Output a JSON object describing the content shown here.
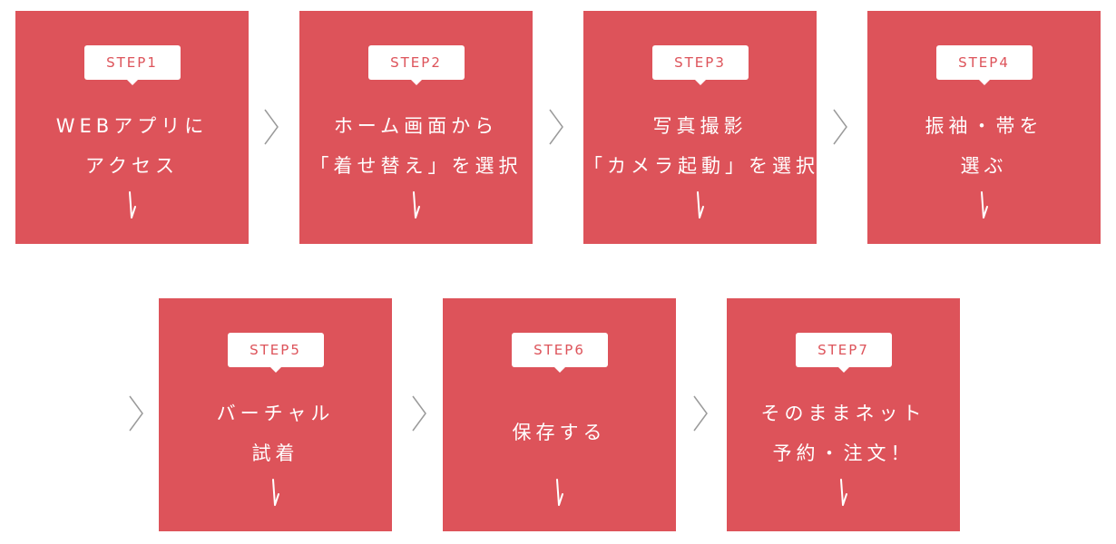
{
  "theme": {
    "card_color": "#dd535a",
    "badge_color": "#ffffff",
    "chevron_color": "#9a9a9a"
  },
  "steps": [
    {
      "label": "STEP1",
      "lines": [
        "WEBアプリに",
        "アクセス"
      ]
    },
    {
      "label": "STEP2",
      "lines": [
        "ホーム画面から",
        "「着せ替え」を選択"
      ]
    },
    {
      "label": "STEP3",
      "lines": [
        "写真撮影",
        "「カメラ起動」を選択"
      ]
    },
    {
      "label": "STEP4",
      "lines": [
        "振袖・帯を",
        "選ぶ"
      ]
    },
    {
      "label": "STEP5",
      "lines": [
        "バーチャル",
        "試着"
      ]
    },
    {
      "label": "STEP6",
      "lines": [
        "保存する"
      ]
    },
    {
      "label": "STEP7",
      "lines": [
        "そのままネット",
        "予約・注文！"
      ]
    }
  ],
  "icons": {
    "down_arrow": "down-arrow-icon",
    "next": "chevron-right-icon"
  }
}
